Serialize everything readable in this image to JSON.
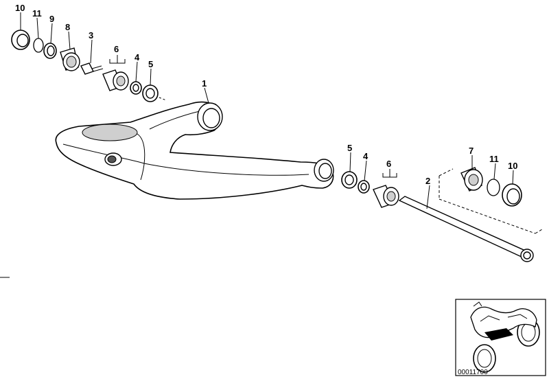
{
  "callouts": {
    "c10_top": "10",
    "c11_top": "11",
    "c9": "9",
    "c8": "8",
    "c3": "3",
    "c6_top": "6",
    "c4_top": "4",
    "c5_top": "5",
    "c1": "1",
    "c5_mid": "5",
    "c4_mid": "4",
    "c6_mid": "6",
    "c2": "2",
    "c7": "7",
    "c11_right": "11",
    "c10_right": "10"
  },
  "reference_number": "00011700"
}
